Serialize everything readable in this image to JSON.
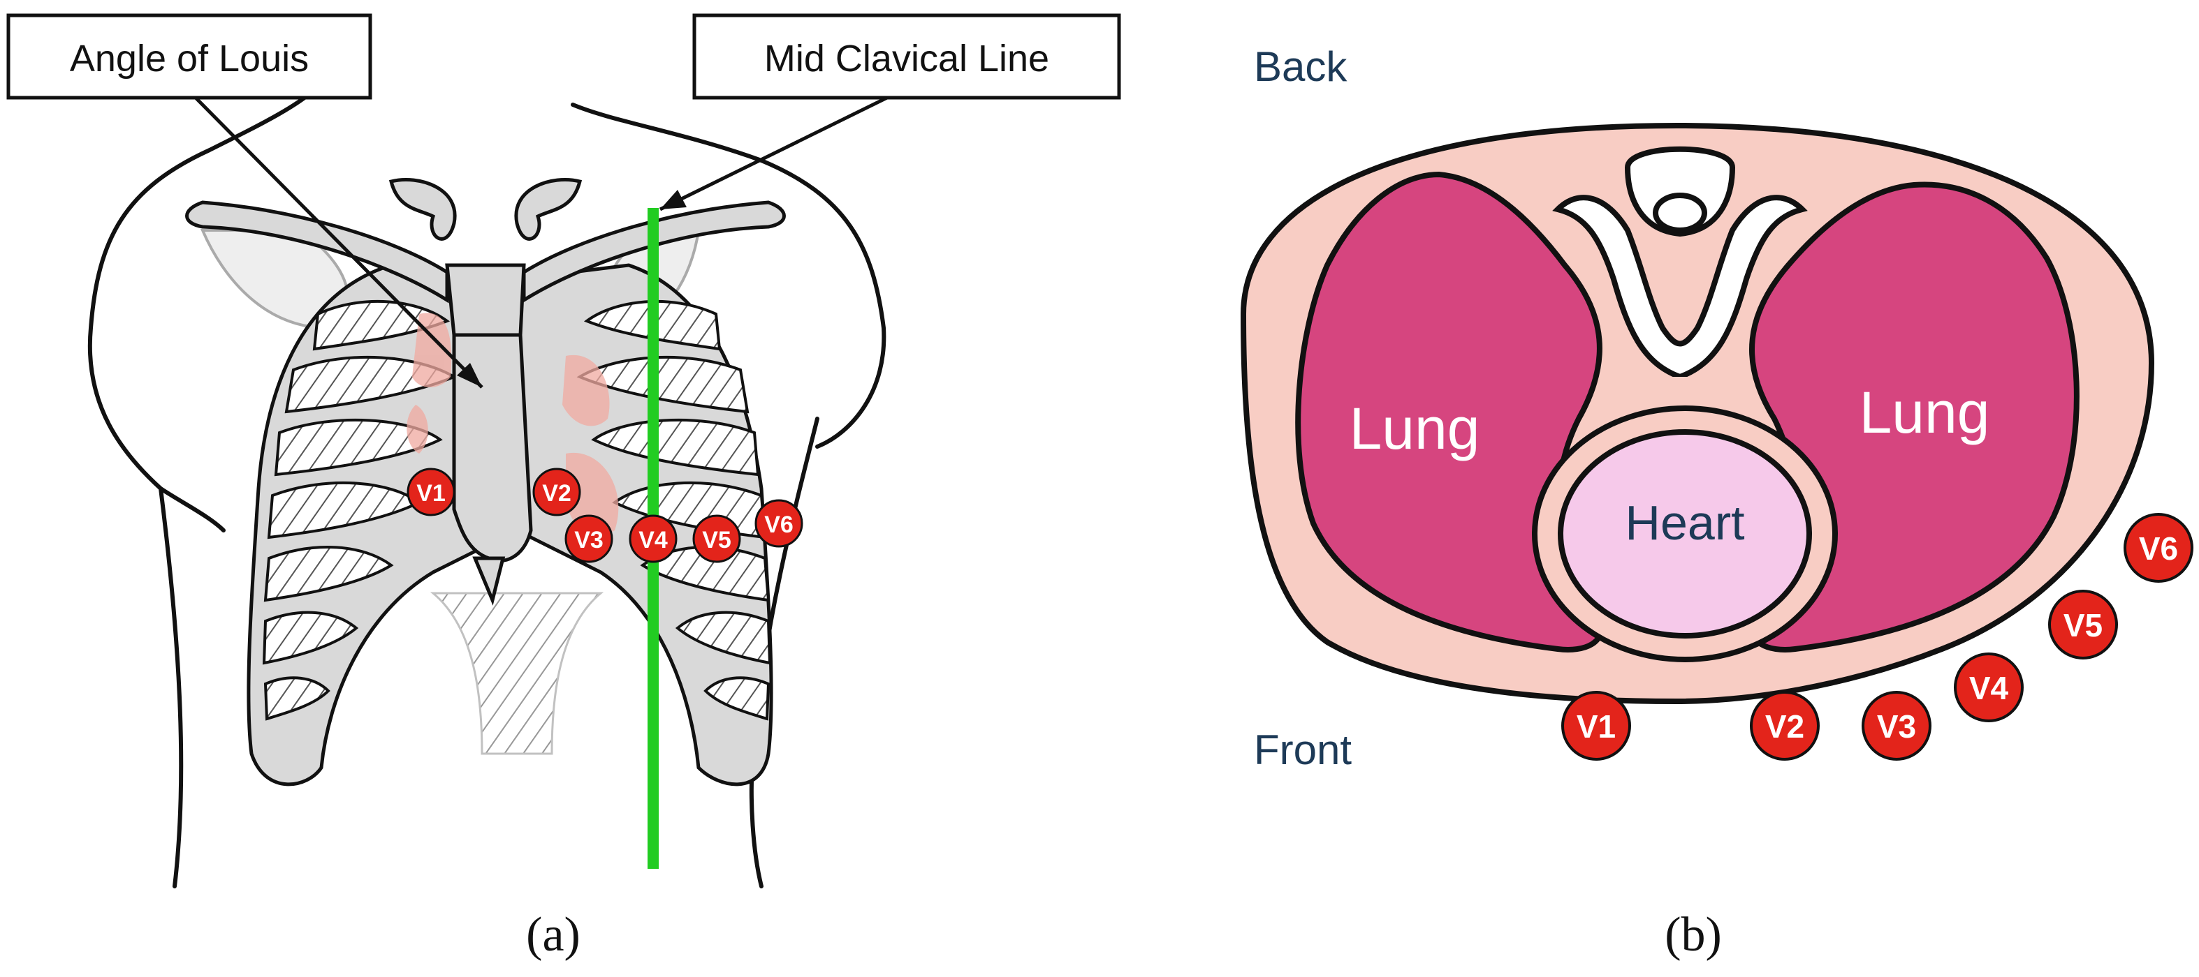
{
  "panel_a": {
    "callouts": {
      "angle_of_louis": "Angle of Louis",
      "mid_clavical_line": "Mid Clavical Line"
    },
    "electrodes": [
      "V1",
      "V2",
      "V3",
      "V4",
      "V5",
      "V6"
    ],
    "caption": "(a)"
  },
  "panel_b": {
    "back_label": "Back",
    "front_label": "Front",
    "lung_left": "Lung",
    "lung_right": "Lung",
    "heart": "Heart",
    "electrodes": [
      "V1",
      "V2",
      "V3",
      "V4",
      "V5",
      "V6"
    ],
    "caption": "(b)"
  },
  "colors": {
    "electrode_fill": "#e3241b",
    "midline_green": "#22cc22",
    "lung_fill": "#d6457f",
    "heart_fill": "#f6c9ea",
    "tissue_fill": "#f8cdc4",
    "bone_fill": "#d9d9d9",
    "label_blue": "#1d3a57"
  }
}
